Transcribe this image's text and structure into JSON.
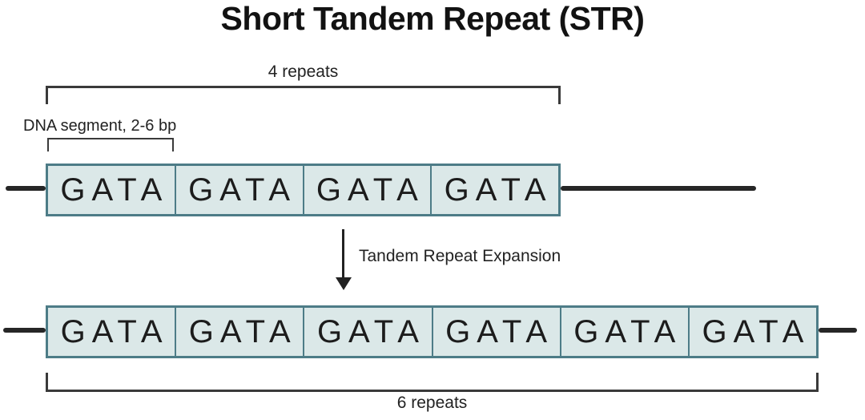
{
  "title": "Short Tandem Repeat (STR)",
  "top_bracket": {
    "label": "4 repeats"
  },
  "segment_label": "DNA segment, 2-6 bp",
  "arrow_label": "Tandem Repeat Expansion",
  "bottom_bracket": {
    "label": "6 repeats"
  },
  "row1": {
    "repeat_unit": "GATA",
    "repeat_count": 4,
    "cells": [
      "GATA",
      "GATA",
      "GATA",
      "GATA"
    ]
  },
  "row2": {
    "repeat_unit": "GATA",
    "repeat_count": 6,
    "cells": [
      "GATA",
      "GATA",
      "GATA",
      "GATA",
      "GATA",
      "GATA"
    ]
  },
  "colors": {
    "box_fill": "#dbe8e8",
    "box_border": "#4d7c87",
    "dna_line": "#262626",
    "bracket": "#3a3a3a",
    "text": "#161616"
  }
}
